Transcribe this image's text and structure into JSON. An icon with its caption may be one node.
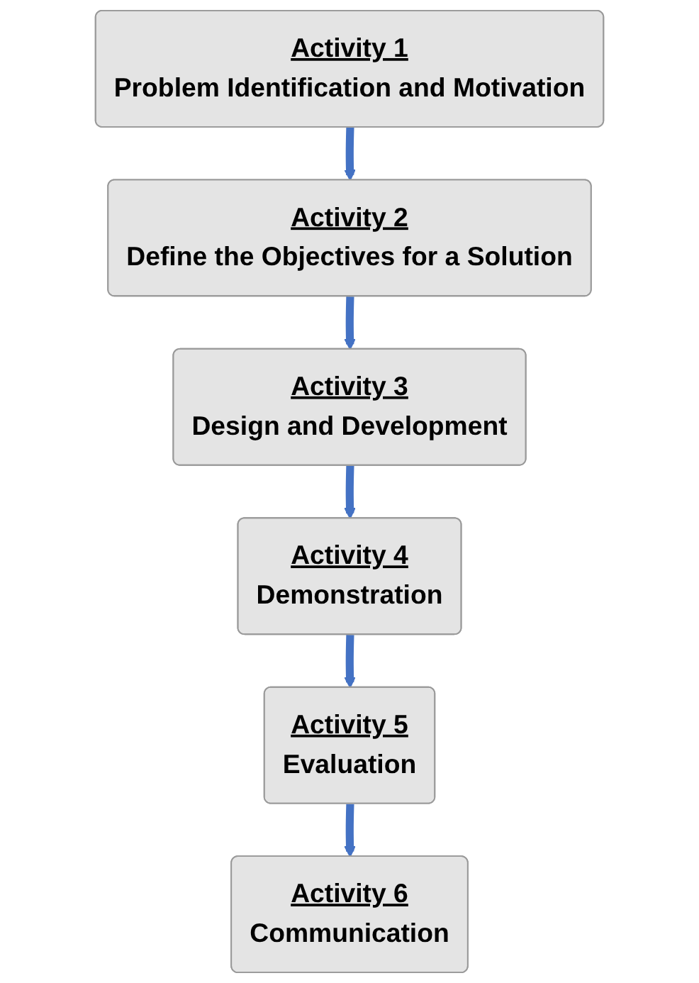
{
  "diagram": {
    "nodes": [
      {
        "text": [
          "Activity 1",
          "Problem Identification and Motivation"
        ]
      },
      {
        "text": [
          "Activity 2",
          "Define the Objectives for a Solution"
        ]
      },
      {
        "text": [
          "Activity 3",
          "Design and Development"
        ]
      },
      {
        "text": [
          "Activity 4",
          "Demonstration"
        ]
      },
      {
        "text": [
          "Activity 5",
          "Evaluation"
        ]
      },
      {
        "text": [
          "Activity 6",
          "Communication"
        ]
      }
    ],
    "edges": [
      {
        "from": 0,
        "to": 1,
        "arrow": "to"
      },
      {
        "from": 1,
        "to": 2,
        "arrow": "to"
      },
      {
        "from": 2,
        "to": 3,
        "arrow": "to"
      },
      {
        "from": 3,
        "to": 4,
        "arrow": "to"
      },
      {
        "from": 4,
        "to": 5,
        "arrow": "to"
      }
    ]
  }
}
